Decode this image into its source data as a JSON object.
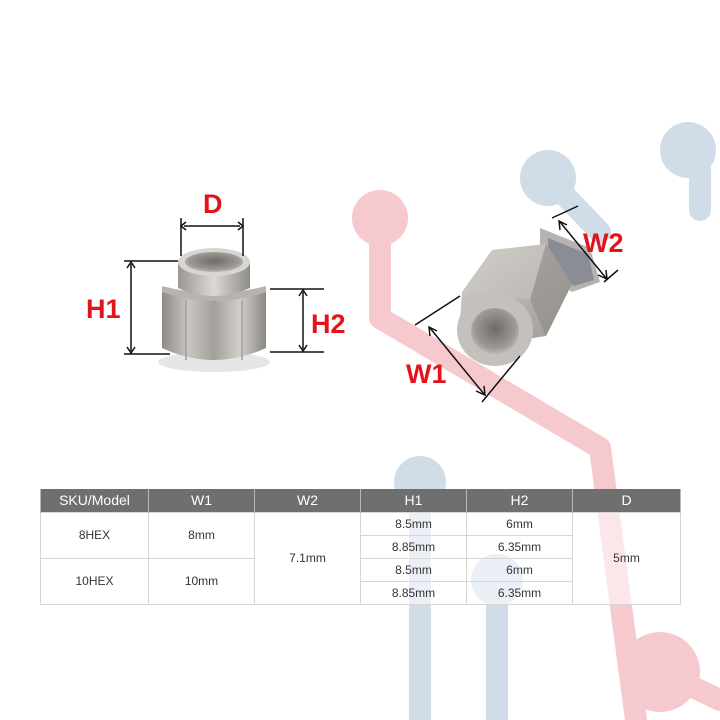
{
  "labels": {
    "d": "D",
    "h1": "H1",
    "h2": "H2",
    "w1": "W1",
    "w2": "W2"
  },
  "colors": {
    "label_red": "#e3131b",
    "header_gray": "#6f6f6f",
    "deco_red": "#f6c9cf",
    "deco_blue": "#d0dde9"
  },
  "table": {
    "headers": [
      "SKU/Model",
      "W1",
      "W2",
      "H1",
      "H2",
      "D"
    ],
    "rows": [
      {
        "sku": "8HEX",
        "w1": "8mm",
        "variants": [
          {
            "h1": "8.5mm",
            "h2": "6mm"
          },
          {
            "h1": "8.85mm",
            "h2": "6.35mm"
          }
        ]
      },
      {
        "sku": "10HEX",
        "w1": "10mm",
        "variants": [
          {
            "h1": "8.5mm",
            "h2": "6mm"
          },
          {
            "h1": "8.85mm",
            "h2": "6.35mm"
          }
        ]
      }
    ],
    "w2": "7.1mm",
    "d": "5mm"
  }
}
